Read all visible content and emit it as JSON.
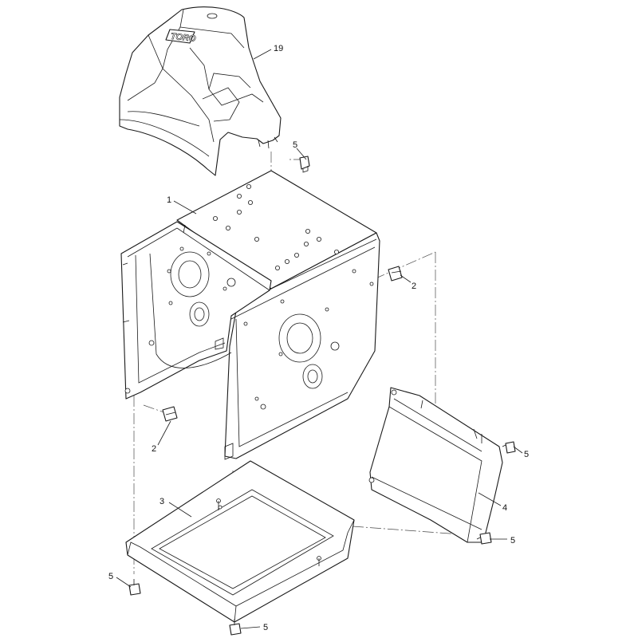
{
  "diagram": {
    "type": "exploded parts diagram",
    "brand_logo": "TORO",
    "callouts": [
      {
        "id": "callout-19",
        "label": "19",
        "part": "top-shroud"
      },
      {
        "id": "callout-1",
        "label": "1",
        "part": "main-frame"
      },
      {
        "id": "callout-2a",
        "label": "2",
        "part": "clip-right"
      },
      {
        "id": "callout-2b",
        "label": "2",
        "part": "clip-left"
      },
      {
        "id": "callout-3",
        "label": "3",
        "part": "bottom-plate"
      },
      {
        "id": "callout-4",
        "label": "4",
        "part": "side-shield"
      },
      {
        "id": "callout-5a",
        "label": "5",
        "part": "bolt-top"
      },
      {
        "id": "callout-5b",
        "label": "5",
        "part": "bolt-shield-upper"
      },
      {
        "id": "callout-5c",
        "label": "5",
        "part": "bolt-shield-lower"
      },
      {
        "id": "callout-5d",
        "label": "5",
        "part": "bolt-plate-left"
      },
      {
        "id": "callout-5e",
        "label": "5",
        "part": "bolt-plate-bottom"
      }
    ],
    "colors": {
      "line": "#1a1a1a",
      "background": "#ffffff"
    }
  }
}
